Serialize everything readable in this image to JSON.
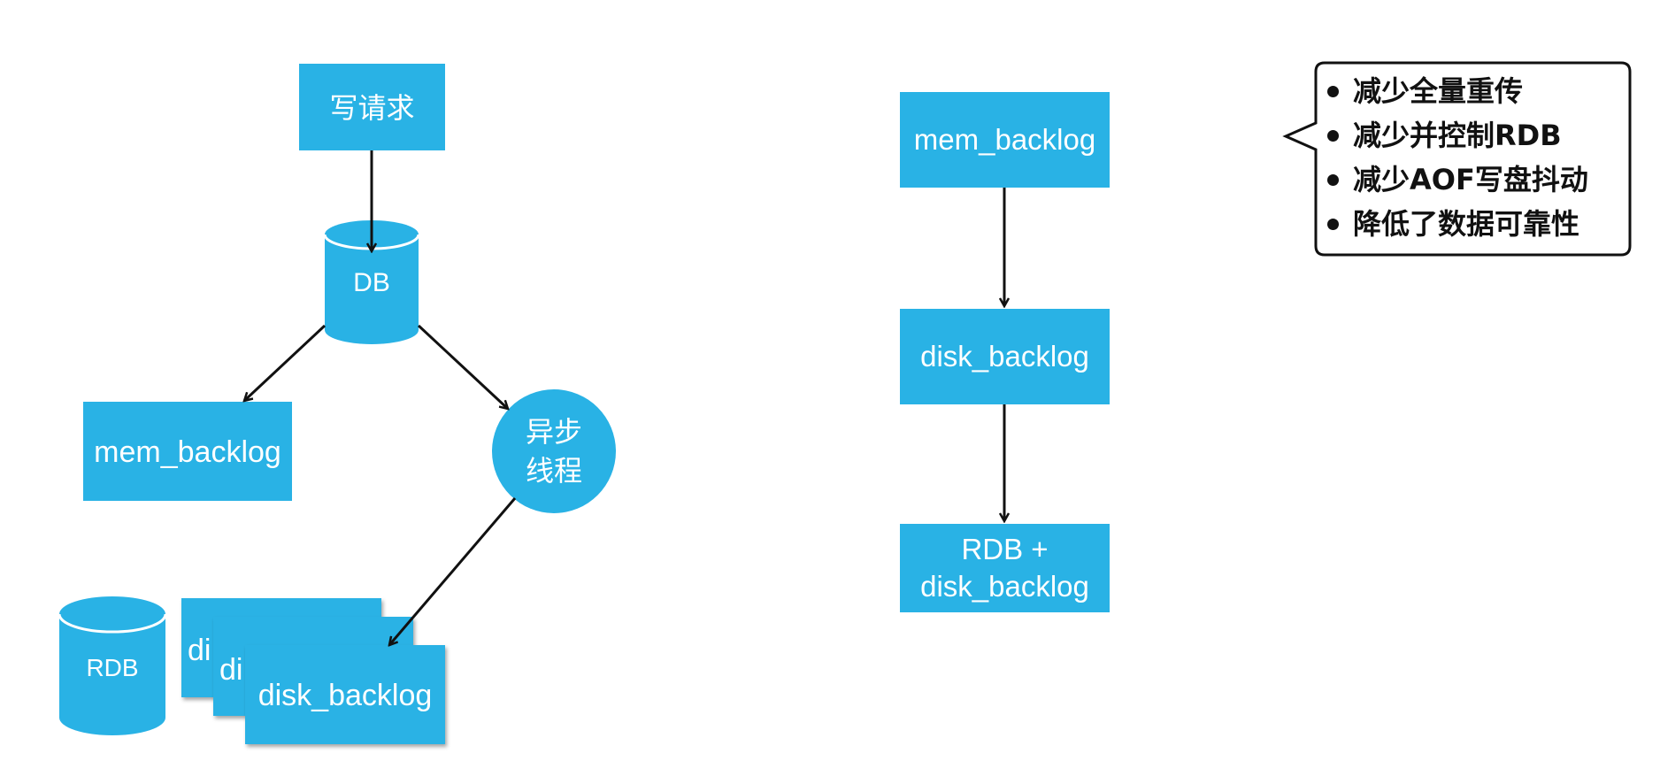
{
  "left_diagram": {
    "write_request": "写请求",
    "db": "DB",
    "mem_backlog": "mem_backlog",
    "async_thread": "异步\n线程",
    "rdb": "RDB",
    "disk_backlog": "disk_backlog",
    "stack_partial_1": "di",
    "stack_partial_2": "di"
  },
  "right_diagram": {
    "mem_backlog": "mem_backlog",
    "disk_backlog": "disk_backlog",
    "rdb_disk_backlog": "RDB +\ndisk_backlog"
  },
  "callout": {
    "items": [
      "减少全量重传",
      "减少并控制RDB",
      "减少AOF写盘抖动",
      "降低了数据可靠性"
    ]
  },
  "colors": {
    "node_fill": "#29B2E5",
    "arrow": "#111111",
    "text_on_node": "#ffffff"
  }
}
